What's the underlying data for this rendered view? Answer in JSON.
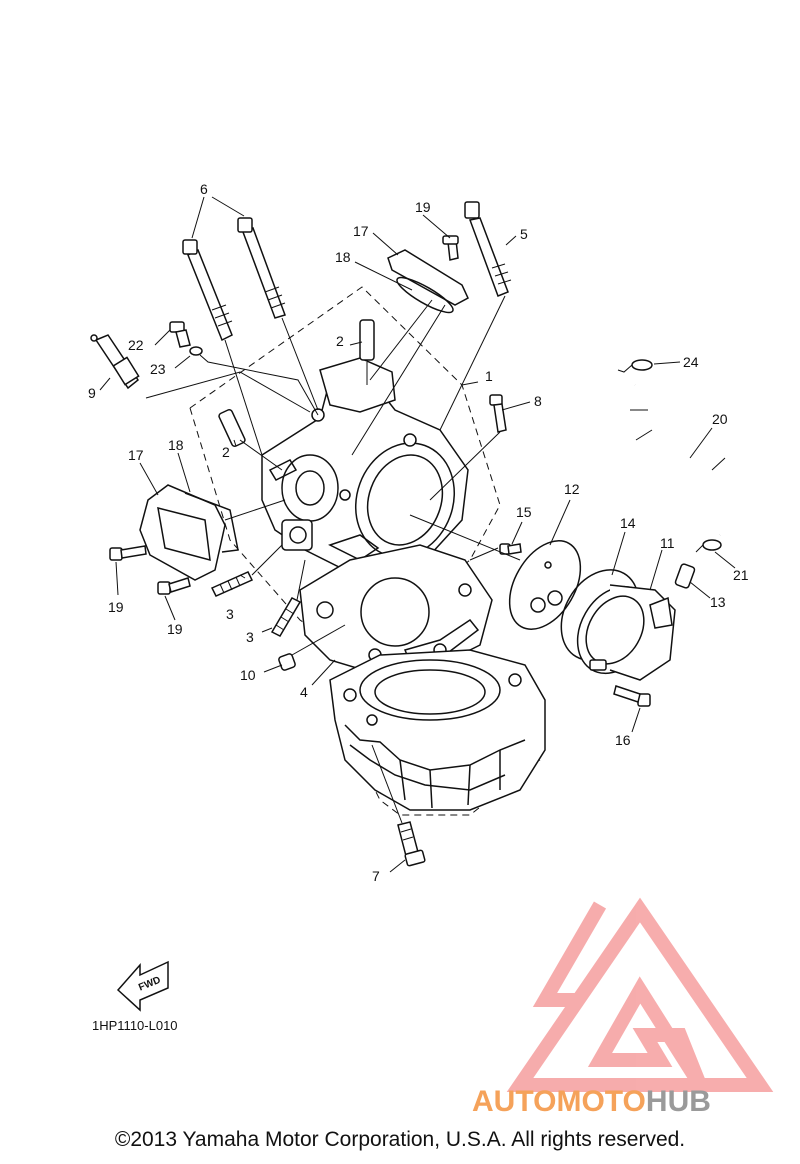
{
  "callouts": [
    "1",
    "2",
    "2",
    "3",
    "3",
    "4",
    "5",
    "6",
    "7",
    "8",
    "9",
    "10",
    "11",
    "12",
    "13",
    "14",
    "15",
    "16",
    "17",
    "17",
    "18",
    "18",
    "19",
    "19",
    "19",
    "20",
    "21",
    "22",
    "23",
    "24"
  ],
  "fwd_label": "FWD",
  "diagram_code": "1HP1110-L010",
  "copyright": "©2013 Yamaha Motor Corporation, U.S.A. All rights reserved.",
  "watermark": {
    "part_a": "AUTOMOTO",
    "part_b": "HUB",
    "color_a": "#f5a25a",
    "color_b": "#9a9a9a",
    "logo_color": "#f06a6a"
  }
}
